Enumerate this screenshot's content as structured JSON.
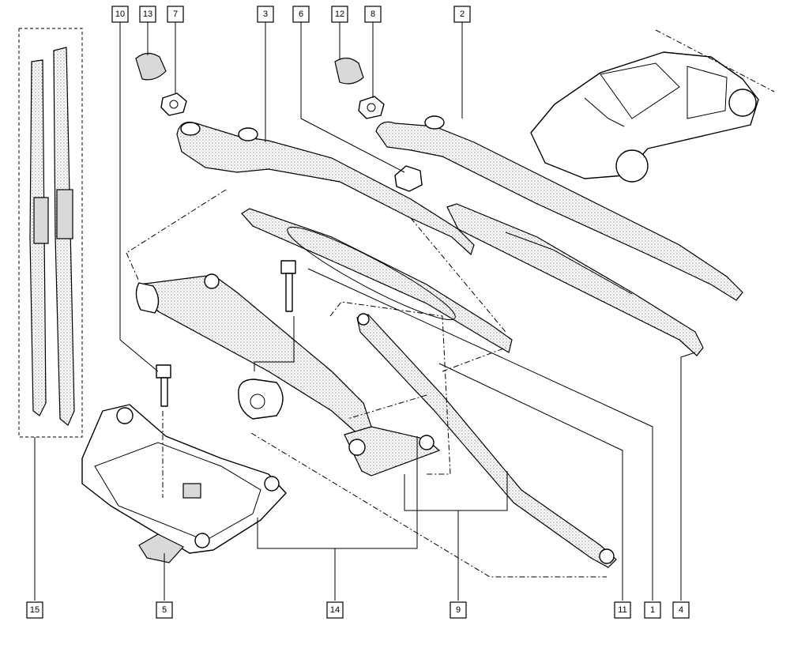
{
  "callouts": [
    {
      "id": "c10",
      "label": "10"
    },
    {
      "id": "c13",
      "label": "13"
    },
    {
      "id": "c7",
      "label": "7"
    },
    {
      "id": "c3",
      "label": "3"
    },
    {
      "id": "c6",
      "label": "6"
    },
    {
      "id": "c12",
      "label": "12"
    },
    {
      "id": "c8",
      "label": "8"
    },
    {
      "id": "c2",
      "label": "2"
    },
    {
      "id": "c15",
      "label": "15"
    },
    {
      "id": "c5",
      "label": "5"
    },
    {
      "id": "c14",
      "label": "14"
    },
    {
      "id": "c9",
      "label": "9"
    },
    {
      "id": "c11",
      "label": "11"
    },
    {
      "id": "c1",
      "label": "1"
    },
    {
      "id": "c4",
      "label": "4"
    }
  ]
}
